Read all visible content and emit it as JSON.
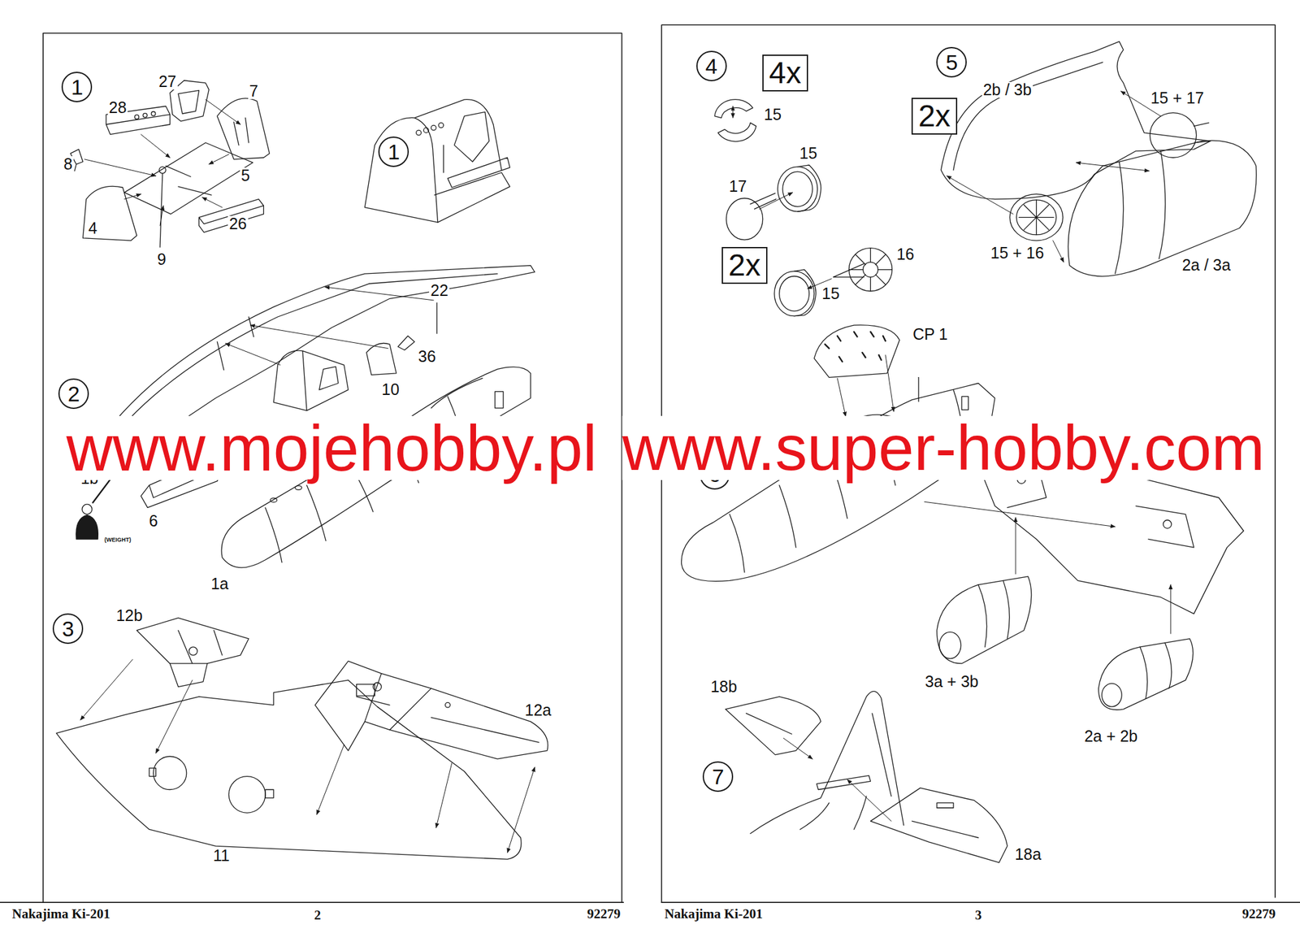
{
  "diagram": {
    "nodes": [
      {
        "text": [
          "1"
        ]
      },
      {
        "text": [
          "1"
        ]
      },
      {
        "text": [
          "2"
        ]
      },
      {
        "text": [
          "3"
        ]
      },
      {
        "text": [
          "4"
        ]
      },
      {
        "text": [
          "4x"
        ]
      },
      {
        "text": [
          "2x"
        ]
      },
      {
        "text": [
          "5"
        ]
      },
      {
        "text": [
          "2x"
        ]
      },
      {
        "text": [
          "6"
        ]
      },
      {
        "text": [
          "7"
        ]
      }
    ],
    "labels": [
      "27",
      "7",
      "28",
      "8",
      "5",
      "4",
      "26",
      "9",
      "22",
      "36",
      "10",
      "1b",
      "6",
      "(WEIGHT)",
      "1a",
      "12b",
      "12a",
      "11",
      "www.mojehobby.pl",
      "www.super-hobby.com",
      "15",
      "15",
      "17",
      "16",
      "15",
      "2b / 3b",
      "15 + 17",
      "15 + 16",
      "2a / 3a",
      "CP 1",
      "3a + 3b",
      "2a + 2b",
      "18b",
      "18a",
      "Nakajima Ki-201",
      "2",
      "92279",
      "Nakajima Ki-201",
      "3",
      "92279"
    ]
  }
}
